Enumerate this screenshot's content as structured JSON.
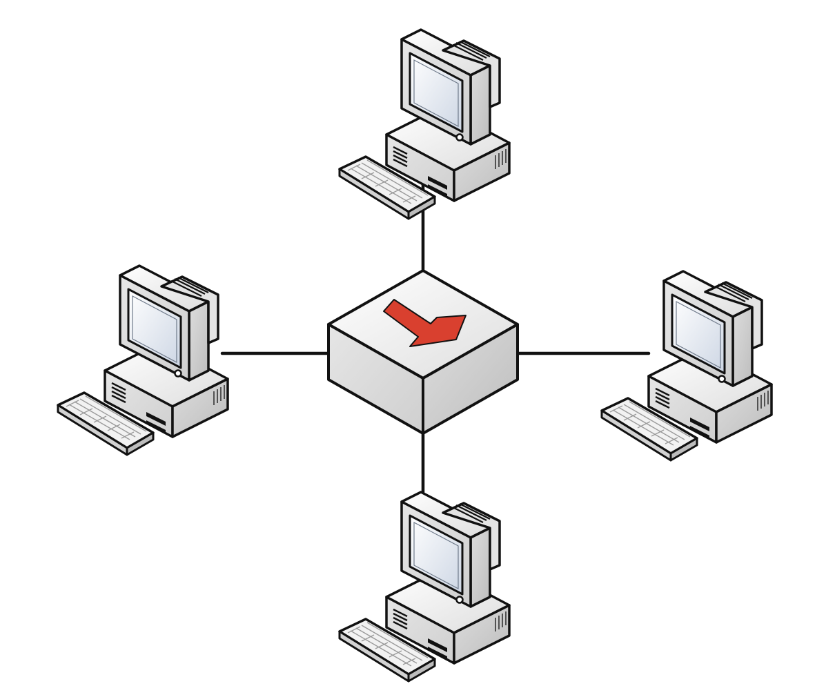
{
  "diagram": {
    "type": "star-network",
    "hub": {
      "kind": "switch",
      "icon": "switch-icon",
      "arrow_icon": "red-arrow-icon"
    },
    "nodes": [
      {
        "id": "top",
        "kind": "workstation",
        "icon": "desktop-computer-icon"
      },
      {
        "id": "left",
        "kind": "workstation",
        "icon": "desktop-computer-icon"
      },
      {
        "id": "right",
        "kind": "workstation",
        "icon": "desktop-computer-icon"
      },
      {
        "id": "bottom",
        "kind": "workstation",
        "icon": "desktop-computer-icon"
      }
    ],
    "links": [
      {
        "from": "hub",
        "to": "top"
      },
      {
        "from": "hub",
        "to": "left"
      },
      {
        "from": "hub",
        "to": "right"
      },
      {
        "from": "hub",
        "to": "bottom"
      }
    ]
  },
  "colors": {
    "background": "#ffffff",
    "stroke": "#111111",
    "arrow": "#d9402f",
    "device_light": "#f4f4f4",
    "device_mid": "#dcdcdc",
    "device_dark": "#c4c4c4",
    "screen": "#e9eef6"
  }
}
